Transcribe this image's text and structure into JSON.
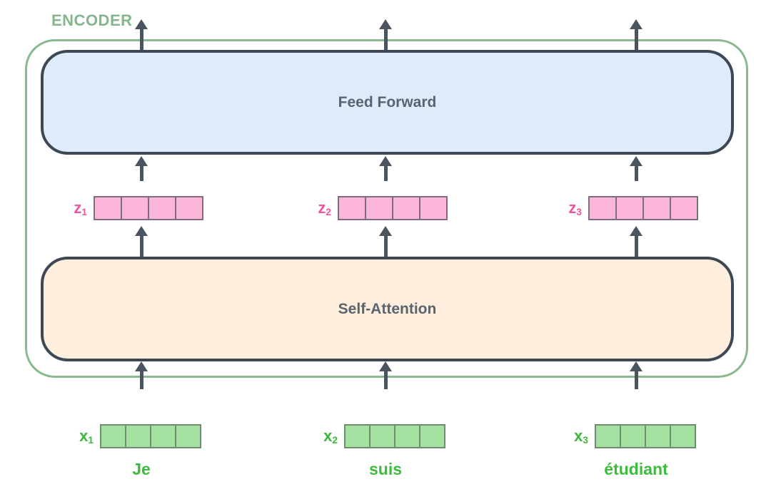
{
  "diagram": {
    "title": "ENCODER",
    "blocks": {
      "feed_forward": "Feed Forward",
      "self_attention": "Self-Attention"
    },
    "z_vectors": [
      {
        "base": "z",
        "sub": "1",
        "cells": 4
      },
      {
        "base": "z",
        "sub": "2",
        "cells": 4
      },
      {
        "base": "z",
        "sub": "3",
        "cells": 4
      }
    ],
    "x_vectors": [
      {
        "base": "x",
        "sub": "1",
        "cells": 4
      },
      {
        "base": "x",
        "sub": "2",
        "cells": 4
      },
      {
        "base": "x",
        "sub": "3",
        "cells": 4
      }
    ],
    "tokens": [
      "Je",
      "suis",
      "étudiant"
    ],
    "colors": {
      "encoder_outline": "#8ab98f",
      "encoder_label": "#84b78a",
      "feed_forward_fill": "#ddebfa",
      "self_attention_fill": "#fdeedd",
      "block_border": "#3d4854",
      "block_text": "#5a646f",
      "z_label": "#f1559f",
      "z_cell_fill": "#fbb6da",
      "z_cell_border": "#7e6c81",
      "x_label": "#3bb83b",
      "x_cell_fill": "#a5e2a2",
      "x_cell_border": "#6f8d71",
      "token_text": "#3dbb3d",
      "arrow": "#4a5560"
    }
  }
}
